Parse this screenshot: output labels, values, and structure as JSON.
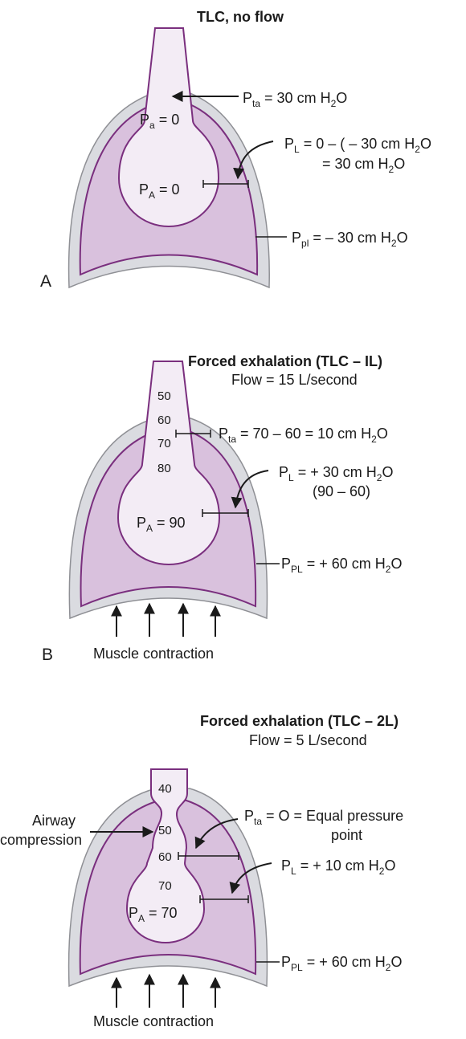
{
  "colors": {
    "pleura": "#dadbe0",
    "lung": "#d9c1dd",
    "airway": "#f3ecf5",
    "outline": "#7a2f7e",
    "text": "#1a1a1a"
  },
  "panelA": {
    "letter": "A",
    "title": "TLC, no flow",
    "pa_inner": "P",
    "pa_sub": "a",
    "pa_value": " = 0",
    "palv": "P",
    "palv_sub": "A",
    "palv_value": " = 0",
    "pta": "P",
    "pta_sub": "ta",
    "pta_value": " = 30 cm H",
    "pta_h2o_sub": "2",
    "pta_tail": "O",
    "pl": "P",
    "pl_sub": "L",
    "pl_value": " = 0 – ( – 30 cm H",
    "pl_h2o_sub": "2",
    "pl_tail": "O",
    "pl_line2": "= 30 cm H",
    "pl_line2_sub": "2",
    "pl_line2_tail": "O",
    "ppl": "P",
    "ppl_sub": "pl",
    "ppl_value": " = – 30 cm H",
    "ppl_h2o_sub": "2",
    "ppl_tail": "O"
  },
  "panelB": {
    "letter": "B",
    "title": "Forced exhalation (TLC – IL)",
    "flow": "Flow = 15 L/second",
    "airway_values": [
      "50",
      "60",
      "70",
      "80"
    ],
    "palv": "P",
    "palv_sub": "A",
    "palv_value": " = 90",
    "pta": "P",
    "pta_sub": "ta",
    "pta_value": " = 70 – 60 = 10 cm H",
    "pta_h2o_sub": "2",
    "pta_tail": "O",
    "pl": "P",
    "pl_sub": "L",
    "pl_value": " = + 30 cm H",
    "pl_h2o_sub": "2",
    "pl_tail": "O",
    "pl_line2": "(90 – 60)",
    "ppl": "P",
    "ppl_sub": "PL",
    "ppl_value": " = + 60 cm H",
    "ppl_h2o_sub": "2",
    "ppl_tail": "O",
    "muscle": "Muscle contraction"
  },
  "panelC": {
    "title": "Forced exhalation (TLC – 2L)",
    "flow": "Flow = 5 L/second",
    "airway_values": [
      "40",
      "50",
      "60",
      "70"
    ],
    "compression_line1": "Airway",
    "compression_line2": "compression",
    "palv": "P",
    "palv_sub": "A",
    "palv_value": " = 70",
    "pta": "P",
    "pta_sub": "ta",
    "pta_value": " = O = Equal pressure",
    "pta_line2": "point",
    "pl": "P",
    "pl_sub": "L",
    "pl_value": " = + 10 cm H",
    "pl_h2o_sub": "2",
    "pl_tail": "O",
    "ppl": "P",
    "ppl_sub": "PL",
    "ppl_value": " = + 60 cm H",
    "ppl_h2o_sub": "2",
    "ppl_tail": "O",
    "muscle": "Muscle contraction"
  }
}
